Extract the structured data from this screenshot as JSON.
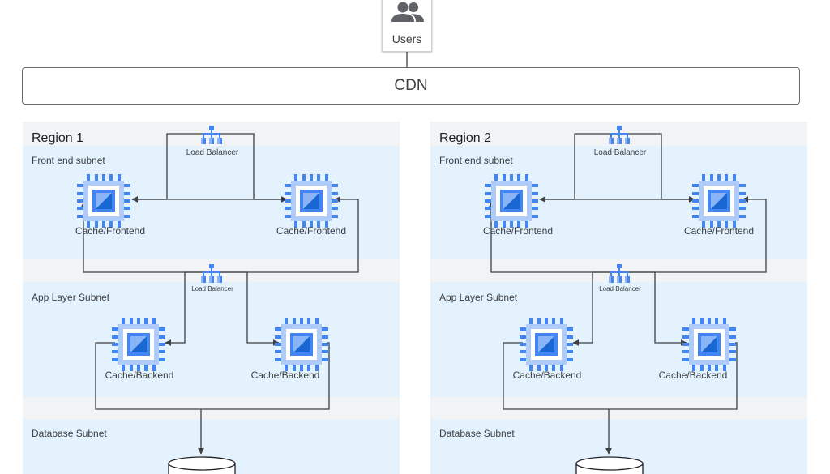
{
  "users": {
    "label": "Users"
  },
  "cdn": {
    "label": "CDN"
  },
  "regions": [
    {
      "title": "Region 1",
      "frontend_subnet": "Front end subnet",
      "app_subnet": "App Layer Subnet",
      "database_subnet": "Database Subnet",
      "lb_top": "Load Balancer",
      "lb_mid": "Load Balancer",
      "frontend_left": "Cache/Frontend",
      "frontend_right": "Cache/Frontend",
      "backend_left": "Cache/Backend",
      "backend_right": "Cache/Backend"
    },
    {
      "title": "Region 2",
      "frontend_subnet": "Front end subnet",
      "app_subnet": "App Layer Subnet",
      "database_subnet": "Database Subnet",
      "lb_top": "Load Balancer",
      "lb_mid": "Load Balancer",
      "frontend_left": "Cache/Frontend",
      "frontend_right": "Cache/Frontend",
      "backend_left": "Cache/Backend",
      "backend_right": "Cache/Backend"
    }
  ],
  "colors": {
    "region_bg": "#f1f3f4",
    "subnet_bg": "#e3f2fd",
    "chip": "#4285f4",
    "chip_light": "#aecbfa",
    "line": "#3c4043"
  }
}
